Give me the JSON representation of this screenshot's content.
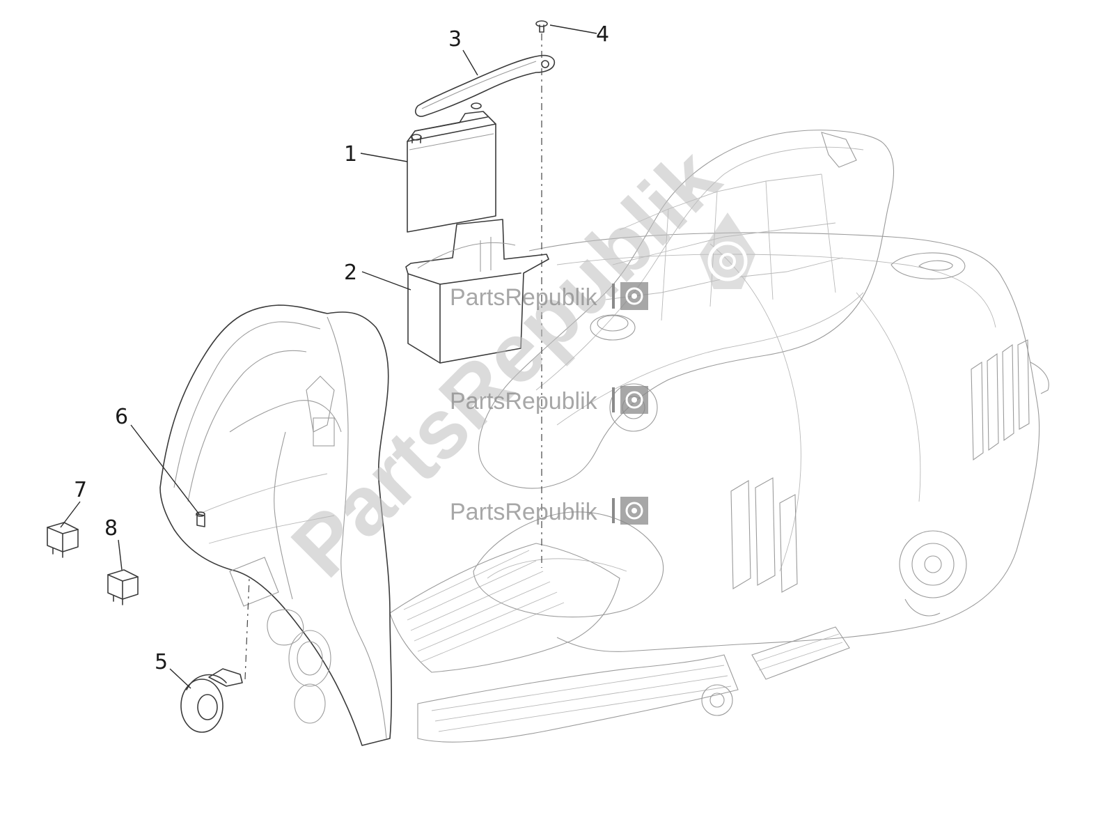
{
  "diagram": {
    "callouts": [
      {
        "id": "1",
        "label": "1"
      },
      {
        "id": "2",
        "label": "2"
      },
      {
        "id": "3",
        "label": "3"
      },
      {
        "id": "4",
        "label": "4"
      },
      {
        "id": "5",
        "label": "5"
      },
      {
        "id": "6",
        "label": "6"
      },
      {
        "id": "7",
        "label": "7"
      },
      {
        "id": "8",
        "label": "8"
      }
    ],
    "watermark": {
      "brand": "PartsRepublik",
      "diagonal": "PartsRepublik",
      "icon": "gear-icon"
    },
    "colors": {
      "line": "#3a3a3a",
      "watermark": "#8a8a8a",
      "background": "#ffffff"
    }
  }
}
